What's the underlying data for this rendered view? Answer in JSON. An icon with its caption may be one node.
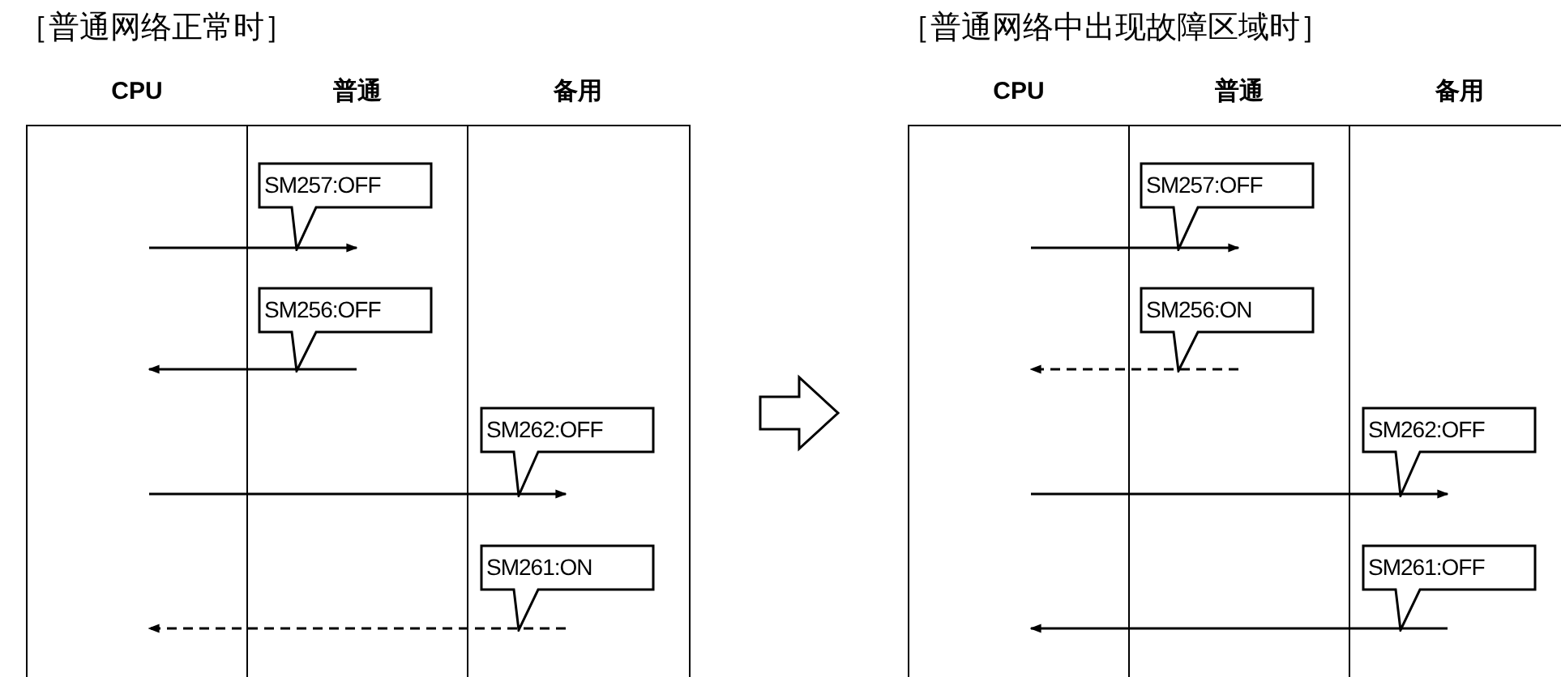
{
  "diagram": {
    "nodes": [
      {
        "text": [
          "［普通网络正常时］"
        ]
      },
      {
        "text": [
          "SM257:OFF"
        ],
        "in": 0
      },
      {
        "text": [
          "SM256:OFF"
        ],
        "in": 0
      },
      {
        "text": [
          "SM262:OFF"
        ],
        "in": 0
      },
      {
        "text": [
          "SM261:ON"
        ],
        "in": 0
      },
      {
        "text": [
          "［普通网络中出现故障区域时］"
        ]
      },
      {
        "text": [
          "SM257:OFF"
        ],
        "in": 5
      },
      {
        "text": [
          "SM256:ON"
        ],
        "in": 5
      },
      {
        "text": [
          "SM262:OFF"
        ],
        "in": 5
      },
      {
        "text": [
          "SM261:OFF"
        ],
        "in": 5
      }
    ],
    "edges": [
      {
        "from": 0,
        "to": 5,
        "arrow": "to"
      }
    ],
    "labels": [
      "CPU",
      "普通",
      "备用",
      "CPU",
      "普通",
      "备用"
    ]
  }
}
